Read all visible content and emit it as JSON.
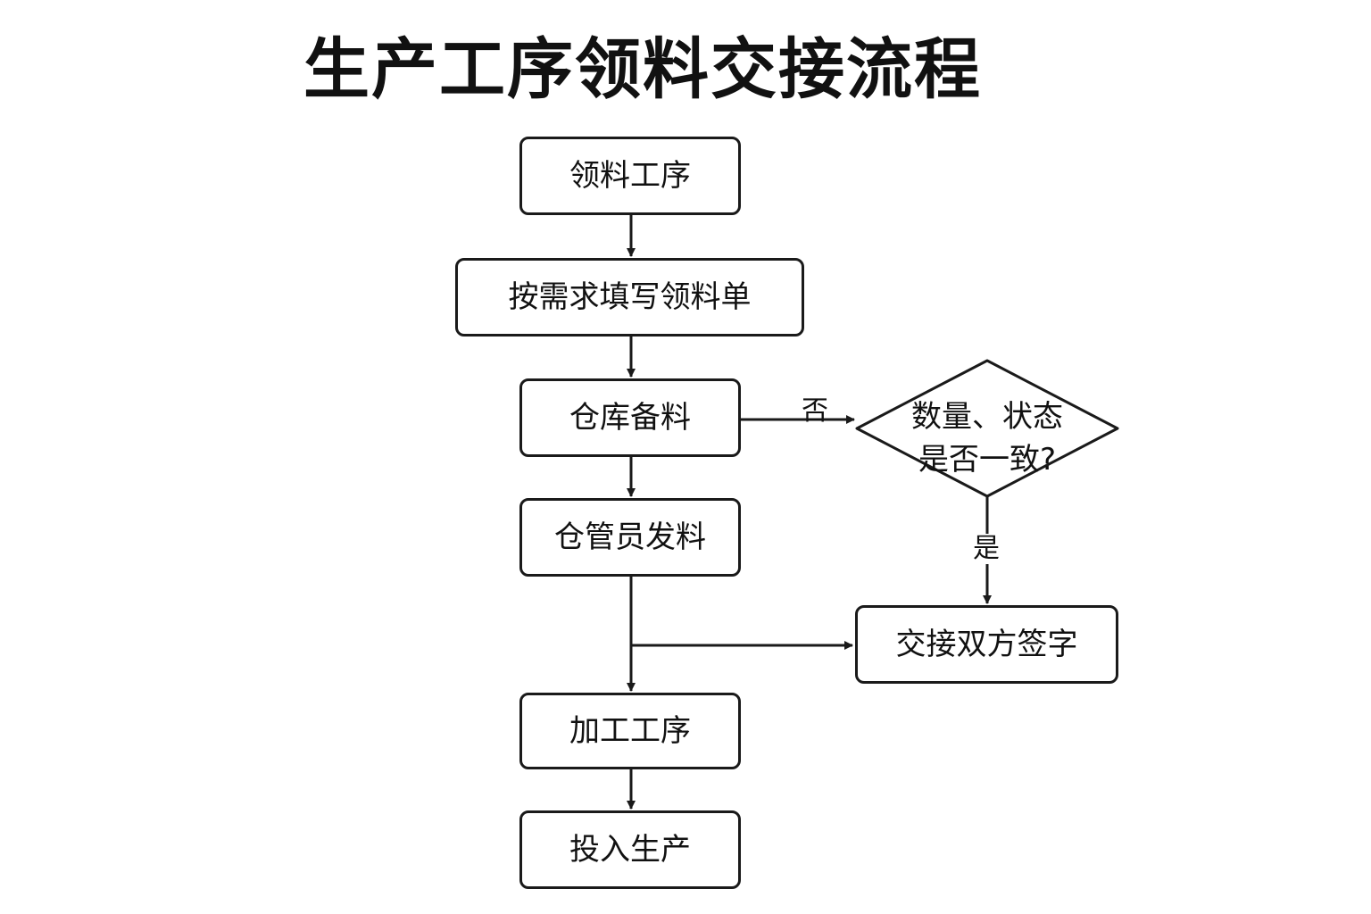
{
  "title": "生产工序领料交接流程",
  "nodes": {
    "pick_process": "领料工序",
    "fill_form": "按需求填写领料单",
    "warehouse_prepare": "仓库备料",
    "keeper_issue": "仓管员发料",
    "process": "加工工序",
    "production": "投入生产",
    "handover_sign": "交接双方签字",
    "check_line1": "数量、状态",
    "check_line2": "是否一致?"
  },
  "edge_labels": {
    "no": "否",
    "yes": "是"
  }
}
